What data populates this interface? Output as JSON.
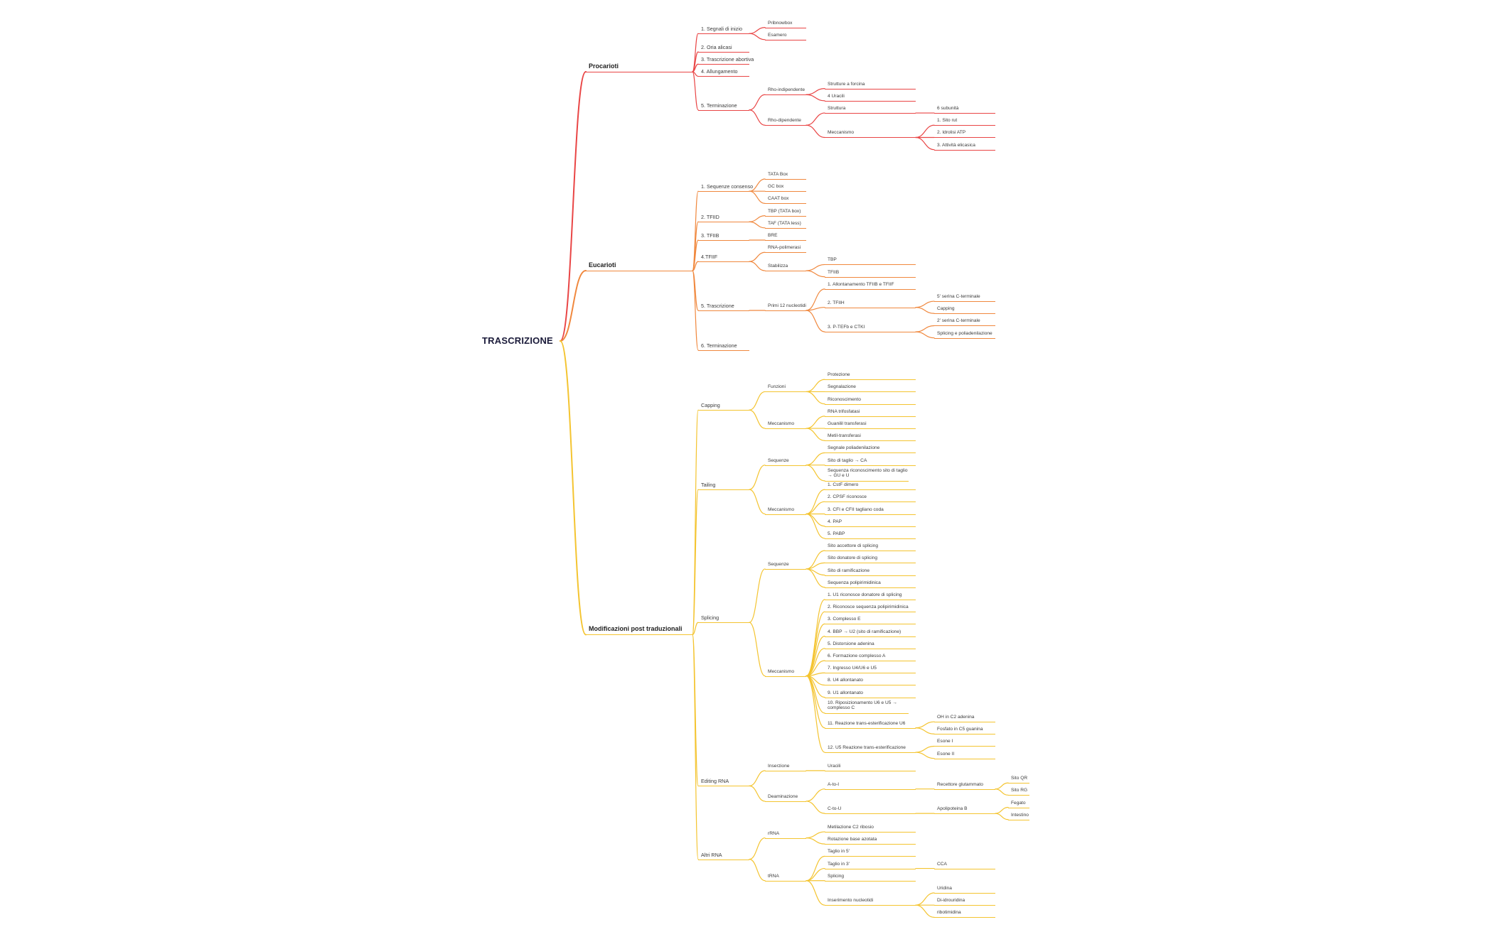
{
  "title": "TRASCRIZIONE",
  "colors": {
    "procarioti": "#e94545",
    "eucarioti": "#f0883e",
    "post": "#f4c430"
  },
  "branches": [
    {
      "label": "Procarioti",
      "color": "procarioti",
      "children": [
        {
          "label": "1. Segnali di inizio",
          "children": [
            {
              "label": "Pribnowbox"
            },
            {
              "label": "Esamero"
            }
          ]
        },
        {
          "label": "2. Oria alicasi"
        },
        {
          "label": "3. Trascrizione abortiva"
        },
        {
          "label": "4. Allungamento"
        },
        {
          "label": "5. Terminazione",
          "children": [
            {
              "label": "Rho-indipendente",
              "children": [
                {
                  "label": "Strutture a forcina"
                },
                {
                  "label": "4 Uracili"
                }
              ]
            },
            {
              "label": "Rho-dipendente",
              "children": [
                {
                  "label": "Struttura",
                  "children": [
                    {
                      "label": "6 subunità"
                    }
                  ]
                },
                {
                  "label": "Meccanismo",
                  "children": [
                    {
                      "label": "1. Sito rut"
                    },
                    {
                      "label": "2. Idrolisi ATP"
                    },
                    {
                      "label": "3. Attività elicasica"
                    }
                  ]
                }
              ]
            }
          ]
        }
      ]
    },
    {
      "label": "Eucarioti",
      "color": "eucarioti",
      "children": [
        {
          "label": "1. Sequenze consenso",
          "children": [
            {
              "label": "TATA Box"
            },
            {
              "label": "GC box"
            },
            {
              "label": "CAAT box"
            }
          ]
        },
        {
          "label": "2. TFIID",
          "children": [
            {
              "label": "TBP (TATA box)"
            },
            {
              "label": "TAF (TATA less)"
            }
          ]
        },
        {
          "label": "3. TFIIB",
          "children": [
            {
              "label": "BRE"
            }
          ]
        },
        {
          "label": "4.TFIIF",
          "children": [
            {
              "label": "RNA-polimerasi"
            },
            {
              "label": "Stabilizza",
              "children": [
                {
                  "label": "TBP"
                },
                {
                  "label": "TFIIB"
                }
              ]
            }
          ]
        },
        {
          "label": "5. Trascrizione",
          "children": [
            {
              "label": "Primi 12 nucleotidi",
              "children": [
                {
                  "label": "1. Allontanamento TFIIB e TFIIF"
                },
                {
                  "label": "2. TFIIH",
                  "children": [
                    {
                      "label": "5' serina C-terminale"
                    },
                    {
                      "label": "Capping"
                    }
                  ]
                },
                {
                  "label": "3. P-TEFb e CTKI",
                  "children": [
                    {
                      "label": "2' serina C-terminale"
                    },
                    {
                      "label": "Splicing e poliadenilazione"
                    }
                  ]
                }
              ]
            }
          ]
        },
        {
          "label": "6. Terminazione"
        }
      ]
    },
    {
      "label": "Modificazioni post traduzionali",
      "color": "post",
      "children": [
        {
          "label": "Capping",
          "children": [
            {
              "label": "Funzioni",
              "children": [
                {
                  "label": "Protezione"
                },
                {
                  "label": "Segnalazione"
                },
                {
                  "label": "Riconoscimento"
                }
              ]
            },
            {
              "label": "Meccanismo",
              "children": [
                {
                  "label": "RNA trifosfatasi"
                },
                {
                  "label": "Guanilil transferasi"
                },
                {
                  "label": "Metil-transferasi"
                }
              ]
            }
          ]
        },
        {
          "label": "Tailing",
          "children": [
            {
              "label": "Sequenze",
              "children": [
                {
                  "label": "Segnale poliadenilazione"
                },
                {
                  "label": "Sito di taglio → CA"
                },
                {
                  "label": "Sequenza riconoscimento sito di taglio → GU e U",
                  "wrap": true
                }
              ]
            },
            {
              "label": "Meccanismo",
              "children": [
                {
                  "label": "1. CstF dimero"
                },
                {
                  "label": "2. CPSF riconosce"
                },
                {
                  "label": "3. CFI e CFII tagliano coda"
                },
                {
                  "label": "4. PAP"
                },
                {
                  "label": "5. PABP"
                }
              ]
            }
          ]
        },
        {
          "label": "Splicing",
          "children": [
            {
              "label": "Sequenze",
              "children": [
                {
                  "label": "Sito accettore di splicing"
                },
                {
                  "label": "Sito donatore di splicing"
                },
                {
                  "label": "Sito di ramificazione"
                },
                {
                  "label": "Sequenza polipirimidinica"
                }
              ]
            },
            {
              "label": "Meccanismo",
              "children": [
                {
                  "label": "1. U1 riconosce donatore di splicing"
                },
                {
                  "label": "2. Riconosce sequenza polipirimidinica"
                },
                {
                  "label": "3. Complesso E"
                },
                {
                  "label": "4. BBP → U2 (sito di ramificazione)"
                },
                {
                  "label": "5. Distorsione adenina"
                },
                {
                  "label": "6. Formazione complesso A"
                },
                {
                  "label": "7. Ingresso U4/U6 e U5"
                },
                {
                  "label": "8. U4 allontanato"
                },
                {
                  "label": "9. U1 allontanato"
                },
                {
                  "label": "10. Riposizionamento U6 e U5 → complesso C",
                  "wrap": true
                },
                {
                  "label": "11. Reazione trans-esterificazione U6",
                  "children": [
                    {
                      "label": "OH in C2 adenina"
                    },
                    {
                      "label": "Fosfato in C5 guanina"
                    }
                  ]
                },
                {
                  "label": "12. U5 Reazione trans-esterificazione",
                  "children": [
                    {
                      "label": "Esone I"
                    },
                    {
                      "label": "Esone II"
                    }
                  ]
                }
              ]
            }
          ]
        },
        {
          "label": "Editing RNA",
          "children": [
            {
              "label": "Inserzione",
              "children": [
                {
                  "label": "Uracili"
                }
              ]
            },
            {
              "label": "Deaminazione",
              "children": [
                {
                  "label": "A-to-I",
                  "children": [
                    {
                      "label": "Recettore glutammato",
                      "children": [
                        {
                          "label": "Sito QR"
                        },
                        {
                          "label": "Sito RG"
                        }
                      ]
                    }
                  ]
                },
                {
                  "label": "C-to-U",
                  "children": [
                    {
                      "label": "Apolipoteina B",
                      "children": [
                        {
                          "label": "Fegato"
                        },
                        {
                          "label": "Intestino"
                        }
                      ]
                    }
                  ]
                }
              ]
            }
          ]
        },
        {
          "label": "Altri RNA",
          "children": [
            {
              "label": "rRNA",
              "children": [
                {
                  "label": "Metilazione C2 ribosio"
                },
                {
                  "label": "Rotazione base azotata"
                }
              ]
            },
            {
              "label": "tRNA",
              "children": [
                {
                  "label": "Taglio in 5'"
                },
                {
                  "label": "Taglio in 3'",
                  "children": [
                    {
                      "label": "CCA"
                    }
                  ]
                },
                {
                  "label": "Splicing"
                },
                {
                  "label": "Inserimento nucleotidi",
                  "children": [
                    {
                      "label": "Uridina"
                    },
                    {
                      "label": "Di-idrouridina"
                    },
                    {
                      "label": "ribotimidina"
                    }
                  ]
                }
              ]
            }
          ]
        }
      ]
    }
  ]
}
